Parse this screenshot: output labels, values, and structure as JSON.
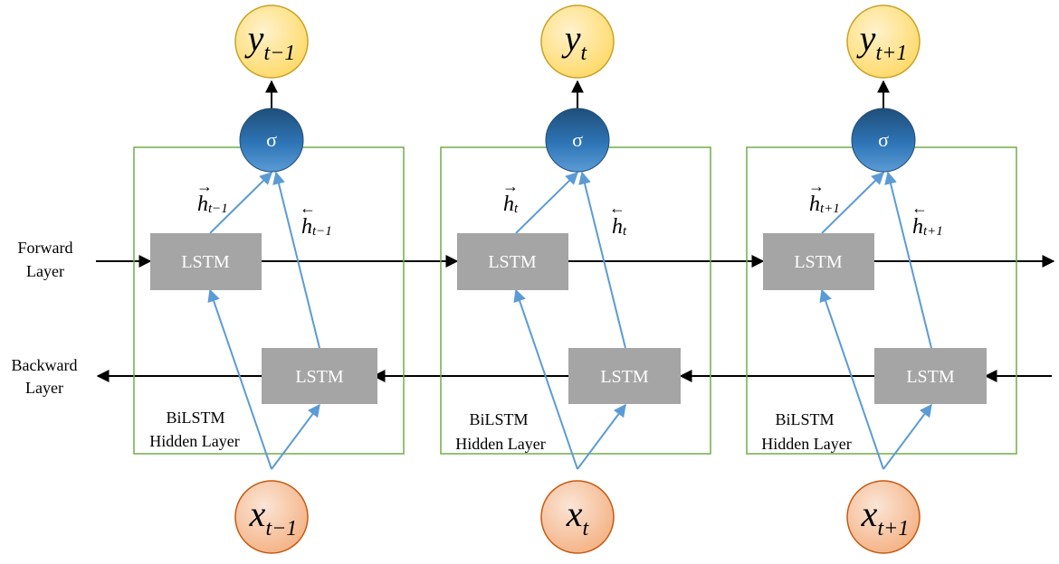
{
  "diagram": {
    "layers": {
      "forward": [
        "Forward",
        "Layer"
      ],
      "backward": [
        "Backward",
        "Layer"
      ]
    },
    "hidden_layer_label": [
      "BiLSTM",
      "Hidden Layer"
    ],
    "cell_label": "LSTM",
    "sigma_label": "σ",
    "colors": {
      "box_border": "#70ad47",
      "lstm_fill": "#a5a5a5",
      "link_blue": "#5b9bd5",
      "output_node": "#ffd966",
      "output_node_border": "#c9a227",
      "input_node": "#f4b183",
      "input_node_border": "#c55a11",
      "sigma_node": "#2e75b6"
    },
    "steps": [
      {
        "output": {
          "main": "y",
          "sub": "t−1"
        },
        "input": {
          "main": "x",
          "sub": "t−1"
        },
        "h_forward": {
          "arrow": "→",
          "main": "h",
          "sub": "t−1"
        },
        "h_backward": {
          "arrow": "←",
          "main": "h",
          "sub": "t−1"
        }
      },
      {
        "output": {
          "main": "y",
          "sub": "t"
        },
        "input": {
          "main": "x",
          "sub": "t"
        },
        "h_forward": {
          "arrow": "→",
          "main": "h",
          "sub": "t"
        },
        "h_backward": {
          "arrow": "←",
          "main": "h",
          "sub": "t"
        }
      },
      {
        "output": {
          "main": "y",
          "sub": "t+1"
        },
        "input": {
          "main": "x",
          "sub": "t+1"
        },
        "h_forward": {
          "arrow": "→",
          "main": "h",
          "sub": "t+1"
        },
        "h_backward": {
          "arrow": "←",
          "main": "h",
          "sub": "t+1"
        }
      }
    ]
  }
}
